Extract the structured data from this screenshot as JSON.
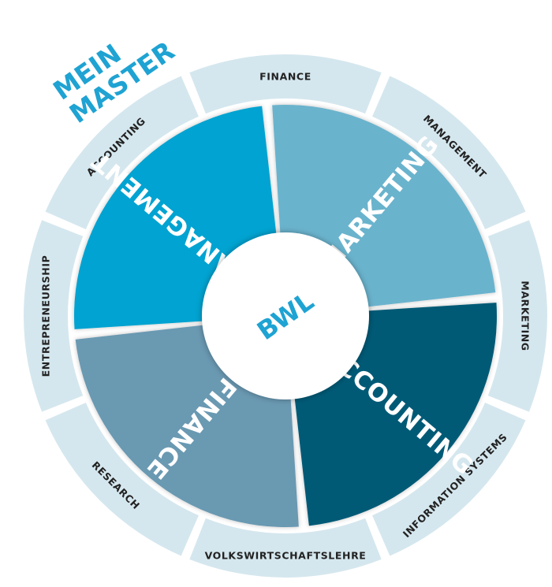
{
  "heading": {
    "line1": "MEIN",
    "line2": "MASTER"
  },
  "center": {
    "label": "BWL"
  },
  "inner_segments": [
    {
      "label": "MANAGEMENT",
      "color": "#00A3D1"
    },
    {
      "label": "MARKETING",
      "color": "#6BB3CD"
    },
    {
      "label": "ACCOUNTING",
      "color": "#045A76"
    },
    {
      "label": "FINANCE",
      "color": "#6B99B2"
    }
  ],
  "outer_segments": [
    {
      "label": "FINANCE"
    },
    {
      "label": "MANAGEMENT"
    },
    {
      "label": "MARKETING"
    },
    {
      "label": "INFORMATION SYSTEMS"
    },
    {
      "label": "VOLKSWIRTSCHAFTSLEHRE"
    },
    {
      "label": "RESEARCH"
    },
    {
      "label": "ENTREPRENEURSHIP"
    },
    {
      "label": "ACCOUNTING"
    }
  ],
  "colors": {
    "accent": "#1EA3D3",
    "outer_ring": "#D5E7EE",
    "outer_text": "#222222",
    "inner_text": "#FFFFFF",
    "center_fill": "#FFFFFF"
  }
}
